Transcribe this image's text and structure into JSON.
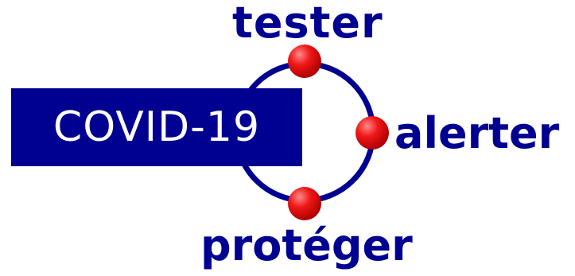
{
  "logo": {
    "badge_text": "COVID-19",
    "words": {
      "top": "tester",
      "right": "alerter",
      "bottom": "protéger"
    }
  },
  "colors": {
    "brand_blue": "#000091",
    "dot_red": "#e8000f",
    "background": "#ffffff",
    "badge_text": "#ffffff"
  },
  "icons": {
    "ring": "cycle-ring-icon",
    "dots": "red-dot-icon"
  }
}
